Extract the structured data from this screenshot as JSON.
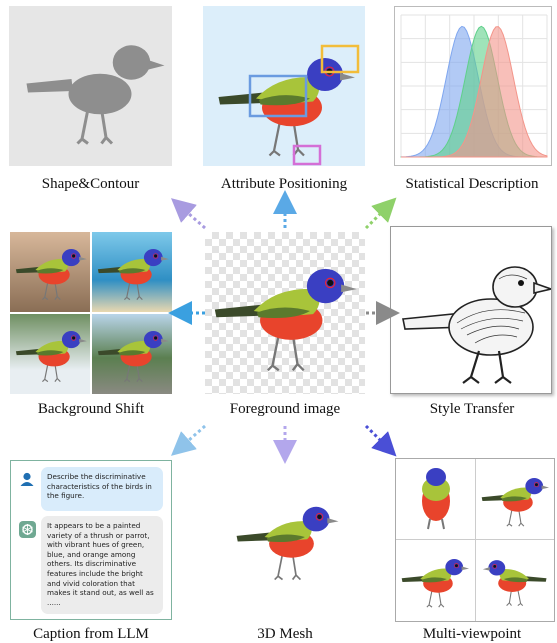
{
  "labels": {
    "shape": "Shape&Contour",
    "attribute": "Attribute Positioning",
    "statistical": "Statistical Description",
    "background": "Background Shift",
    "foreground": "Foreground image",
    "style": "Style Transfer",
    "caption": "Caption from LLM",
    "mesh": "3D Mesh",
    "multiview": "Multi-viewpoint"
  },
  "chat": {
    "question": "Describe the discriminative characteristics of the birds in the figure.",
    "answer": "It appears to be a painted variety of a thrush or parrot, with vibrant hues of green, blue, and orange among others. Its discriminative features include the bright and vivid coloration that makes it stand out, as well as ......"
  },
  "icons": [
    "user-icon",
    "chatgpt-icon"
  ],
  "colors": {
    "arrow_purple": "#a89be0",
    "arrow_blue": "#5aa9e6",
    "arrow_green": "#8fd16a",
    "arrow_cyan": "#3aa0e0",
    "arrow_gray": "#8a8a8a",
    "arrow_lightblue": "#8fc3ea",
    "arrow_lavender": "#b3a7ec",
    "arrow_indigo": "#4a4fd6",
    "attr_box_blue": "#6a9be0",
    "attr_box_yellow": "#f2bd3a",
    "attr_box_pink": "#d46fd6",
    "chat_border": "#7fb3a0"
  },
  "chart_data": {
    "type": "area",
    "title": "",
    "xlabel": "",
    "ylabel": "",
    "series": [
      {
        "color": "#7fa6ef",
        "peak_position": 0.42
      },
      {
        "color": "#5fd08a",
        "peak_position": 0.55
      },
      {
        "color": "#f3958a",
        "peak_position": 0.66
      }
    ]
  }
}
